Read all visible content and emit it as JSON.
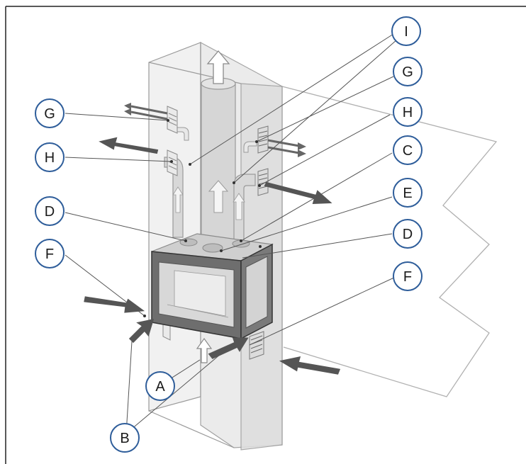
{
  "callouts": [
    {
      "id": "I",
      "label": "I"
    },
    {
      "id": "G-right",
      "label": "G"
    },
    {
      "id": "H-right",
      "label": "H"
    },
    {
      "id": "C",
      "label": "C"
    },
    {
      "id": "E",
      "label": "E"
    },
    {
      "id": "D-right",
      "label": "D"
    },
    {
      "id": "F-right",
      "label": "F"
    },
    {
      "id": "G-left",
      "label": "G"
    },
    {
      "id": "H-left",
      "label": "H"
    },
    {
      "id": "D-left",
      "label": "D"
    },
    {
      "id": "F-left",
      "label": "F"
    },
    {
      "id": "A",
      "label": "A"
    },
    {
      "id": "B",
      "label": "B"
    }
  ],
  "colors": {
    "frame": "#222222",
    "outline": "#9a9a9a",
    "chimney_fill": "#e6e6e6",
    "pipe_fill": "#d4d4d4",
    "arrow_dark": "#5a5a5a",
    "callout_stroke": "#2e5d9a",
    "leader": "#555555",
    "fireplace_frame": "#6e6e6e",
    "glass": "#cfcfcf"
  }
}
